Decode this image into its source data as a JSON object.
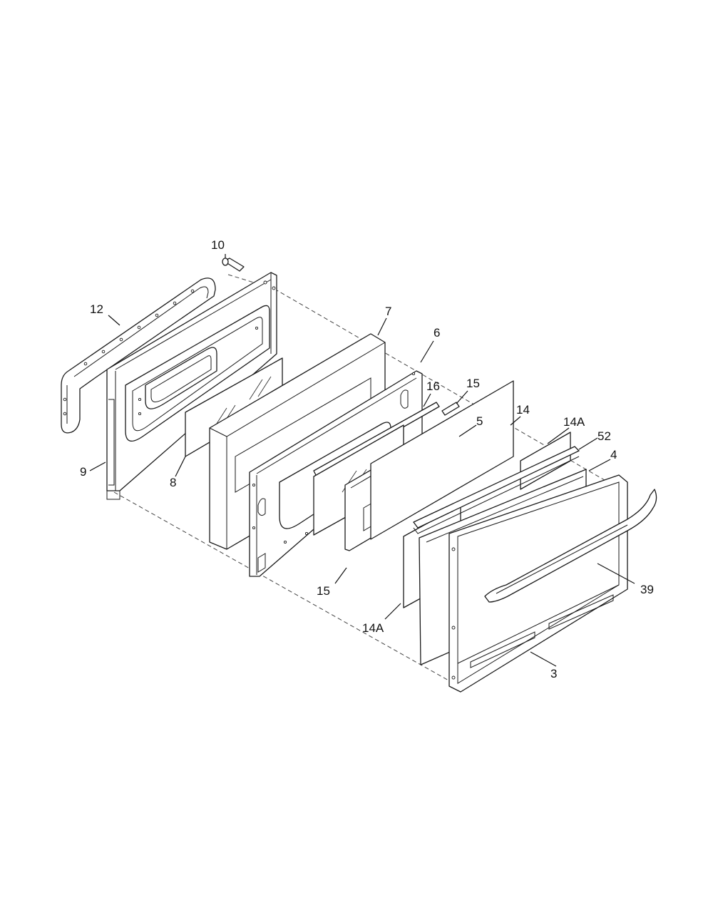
{
  "diagram": {
    "colors": {
      "line": "#1a1a1a",
      "background": "#ffffff"
    },
    "callouts": [
      {
        "id": "c-10",
        "label": "10",
        "part": "10"
      },
      {
        "id": "c-12",
        "label": "12",
        "part": "12"
      },
      {
        "id": "c-7",
        "label": "7",
        "part": "7"
      },
      {
        "id": "c-6",
        "label": "6",
        "part": "6"
      },
      {
        "id": "c-16",
        "label": "16",
        "part": "16"
      },
      {
        "id": "c-15-top",
        "label": "15",
        "part": "15"
      },
      {
        "id": "c-5",
        "label": "5",
        "part": "5"
      },
      {
        "id": "c-14",
        "label": "14",
        "part": "14"
      },
      {
        "id": "c-14a-top",
        "label": "14A",
        "part": "14A"
      },
      {
        "id": "c-52",
        "label": "52",
        "part": "52"
      },
      {
        "id": "c-4",
        "label": "4",
        "part": "4"
      },
      {
        "id": "c-9",
        "label": "9",
        "part": "9"
      },
      {
        "id": "c-8",
        "label": "8",
        "part": "8"
      },
      {
        "id": "c-15-bottom",
        "label": "15",
        "part": "15"
      },
      {
        "id": "c-39",
        "label": "39",
        "part": "39"
      },
      {
        "id": "c-14a-bottom",
        "label": "14A",
        "part": "14A"
      },
      {
        "id": "c-3",
        "label": "3",
        "part": "3"
      }
    ]
  }
}
